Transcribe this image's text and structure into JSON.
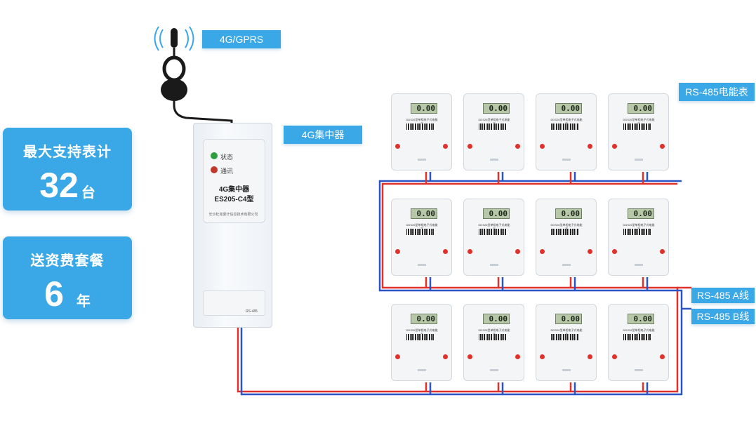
{
  "cards": {
    "max_meters": {
      "title": "最大支持表计",
      "value": "32",
      "unit": "台"
    },
    "free_plan": {
      "title": "送资费套餐",
      "value": "6",
      "unit": "年"
    }
  },
  "labels": {
    "network": "4G/GPRS",
    "concentrator": "4G集中器",
    "meters": "RS-485电能表",
    "line_a": "RS-485 A线",
    "line_b": "RS-485 B线"
  },
  "device": {
    "status_label": "状态",
    "comm_label": "通讯",
    "name": "4G集中器",
    "model": "ES205-C4型",
    "maker": "长沙杜克豪计信息技术有限公司",
    "terminal_labels": [
      "RS-485"
    ]
  },
  "meter": {
    "reading": "0.00",
    "model_text": "DDS26型单相电子式电能表",
    "count": 12
  },
  "colors": {
    "accent": "#3aa7e6",
    "wire_a": "#e0322a",
    "wire_b": "#2a55c7",
    "antenna": "#1a1a1a",
    "meter_led": "#e0322a"
  }
}
